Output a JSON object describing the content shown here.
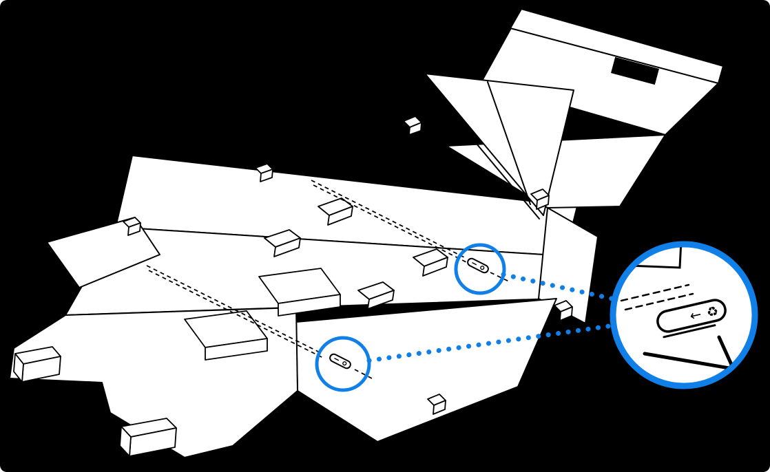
{
  "figure": {
    "description": "Unfolded shipping box shown flat from above; two recycled pull-tab locations are circled and connected by dotted leader lines to a magnified detail view of the pull tab",
    "background_color": "#000000",
    "panel_color": "#ffffff",
    "line_color": "#000000",
    "accent_color": "#1080e8",
    "callouts": {
      "count": "2",
      "upper": {
        "label": "pull-tab location upper"
      },
      "lower": {
        "label": "pull-tab location lower"
      }
    },
    "magnifier": {
      "arrow_glyph": "←",
      "recycle_glyph": "♻"
    },
    "icons": {
      "arrow_left_icon": "left arrow on pull tab",
      "recycle_icon": "recycling symbol on pull tab",
      "handle_cutout": "die-cut handle slot in top flap"
    }
  }
}
